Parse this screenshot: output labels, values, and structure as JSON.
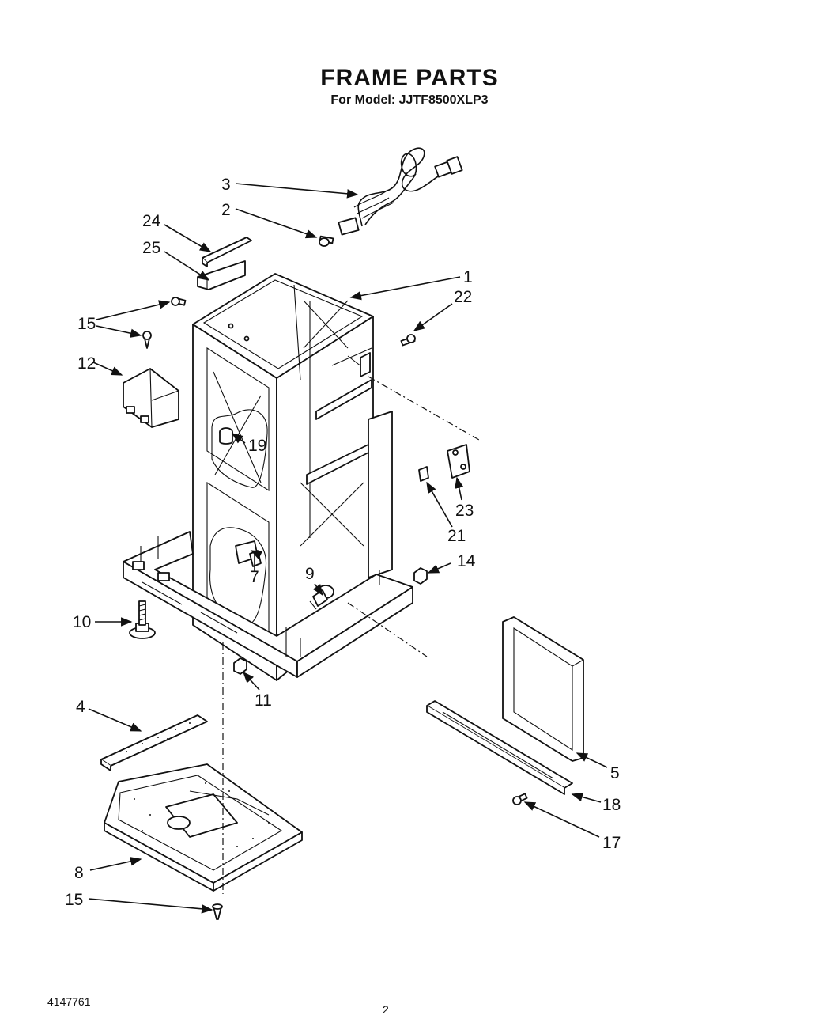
{
  "title": "FRAME PARTS",
  "subtitle": "For Model: JJTF8500XLP3",
  "doc_number": "4147761",
  "page_number": "2",
  "callouts": {
    "c1": "1",
    "c2": "2",
    "c3": "3",
    "c4": "4",
    "c5": "5",
    "c7": "7",
    "c8": "8",
    "c9": "9",
    "c10": "10",
    "c11": "11",
    "c12": "12",
    "c14": "14",
    "c15a": "15",
    "c15b": "15",
    "c17": "17",
    "c18": "18",
    "c19": "19",
    "c21": "21",
    "c22": "22",
    "c23": "23",
    "c24": "24",
    "c25": "25"
  }
}
